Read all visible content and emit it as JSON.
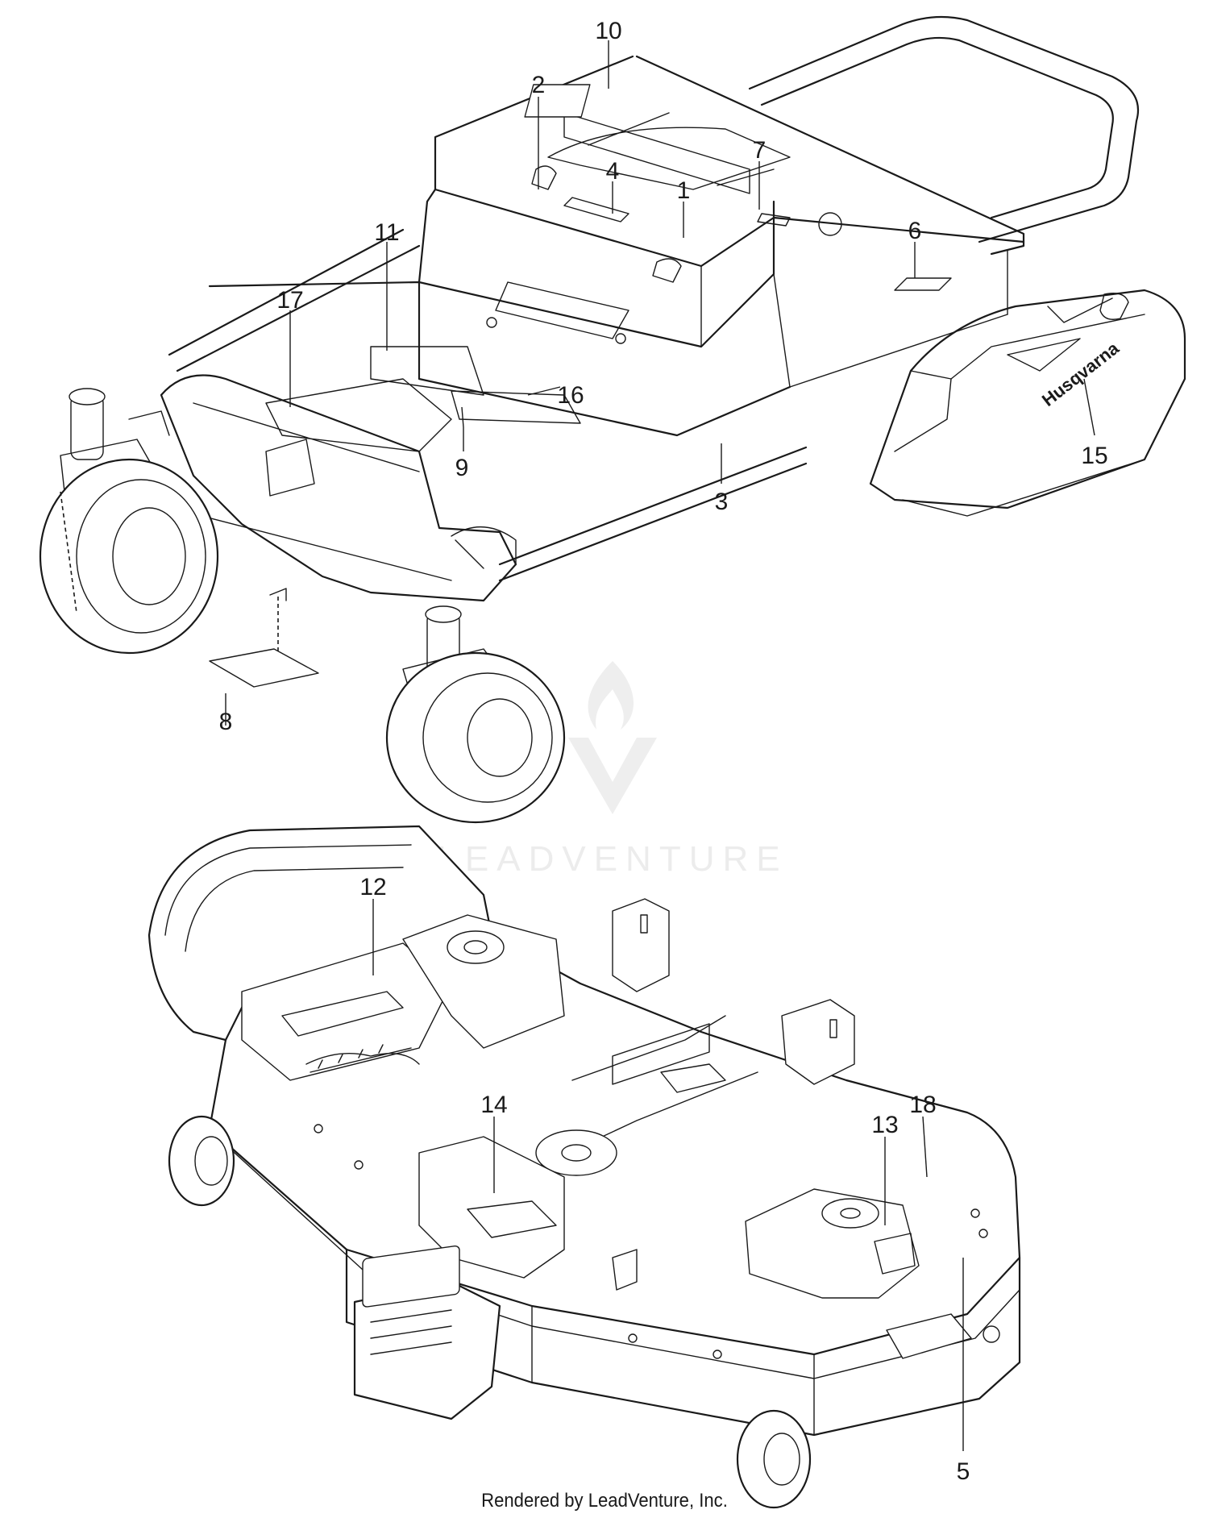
{
  "callouts": {
    "c1": "1",
    "c2": "2",
    "c3": "3",
    "c4": "4",
    "c5": "5",
    "c6": "6",
    "c7": "7",
    "c8": "8",
    "c9": "9",
    "c10": "10",
    "c11": "11",
    "c12": "12",
    "c13": "13",
    "c14": "14",
    "c15": "15",
    "c16": "16",
    "c17": "17",
    "c18": "18"
  },
  "brand_text": "Husqvarna",
  "watermark_text": "LEADVENTURE",
  "footer_text": "Rendered by LeadVenture, Inc.",
  "colors": {
    "line": "#1a1a1a",
    "watermark": "#ececec",
    "background": "#ffffff"
  }
}
